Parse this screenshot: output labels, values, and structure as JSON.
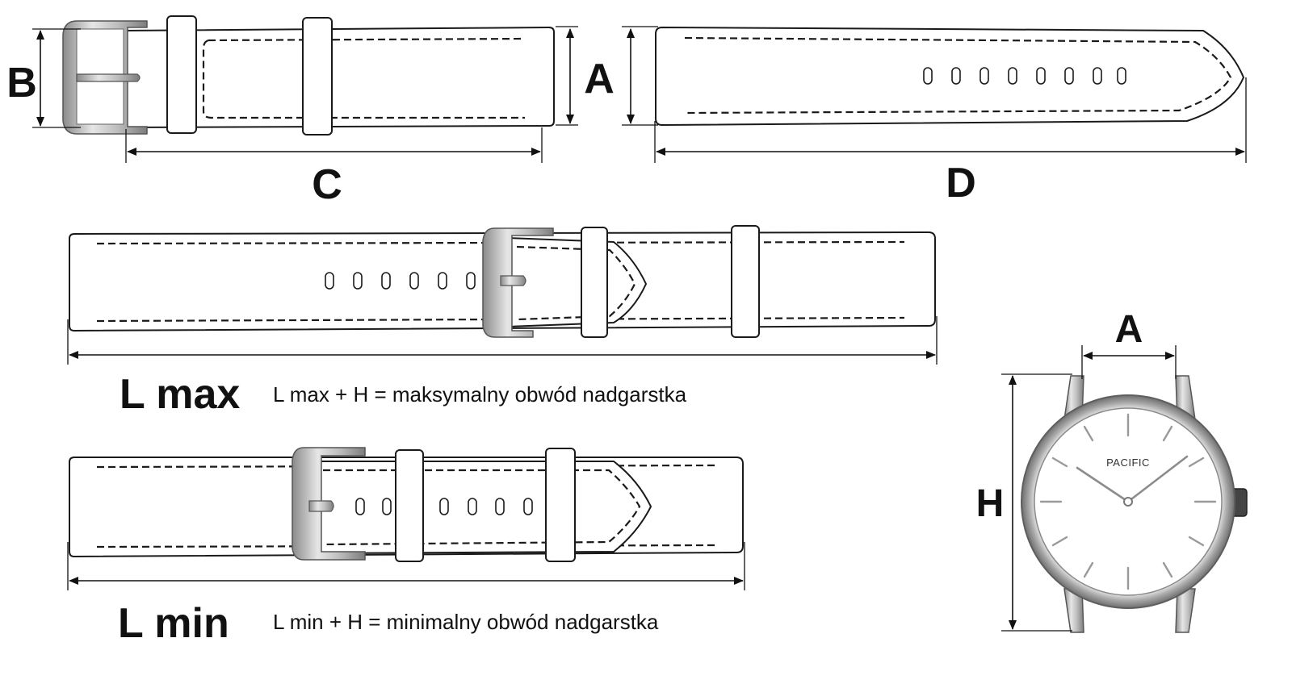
{
  "labels": {
    "a_top": "A",
    "b": "B",
    "c": "C",
    "d": "D",
    "a_watch": "A",
    "h": "H",
    "lmax": "L max",
    "lmin": "L min"
  },
  "formulas": {
    "lmax": "L max + H  = maksymalny obwód nadgarstka",
    "lmin": "L min + H  = minimalny obwód nadgarstka"
  },
  "watch": {
    "brand": "PACIFIC"
  },
  "colors": {
    "ink": "#111111",
    "metal": "#b8b8b8"
  }
}
